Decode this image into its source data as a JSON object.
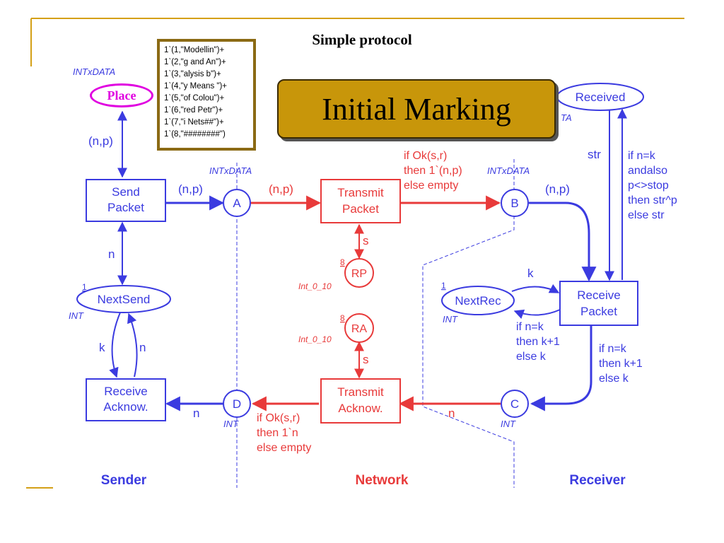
{
  "slide": {
    "title": "Simple protocol",
    "callout": "Initial Marking",
    "place_label": "Place",
    "initial_marking": [
      "1`(1,\"Modellin\")+",
      "1`(2,\"g and An\")+",
      "1`(3,\"alysis b\")+",
      "1`(4,\"y Means \")+",
      "1`(5,\"of Colou\")+",
      "1`(6,\"red Petr\")+",
      "1`(7,\"i Nets##\")+",
      "1`(8,\"########\")"
    ]
  },
  "colors": {
    "sender": "#3b3be0",
    "network": "#e83a3a",
    "gold": "#c8960a",
    "magenta": "#e000e0",
    "accent_line": "#d4a017"
  },
  "diagram": {
    "transitions": {
      "send_packet": [
        "Send",
        "Packet"
      ],
      "transmit_packet": [
        "Transmit",
        "Packet"
      ],
      "receive_packet": [
        "Receive",
        "Packet"
      ],
      "receive_acknow": [
        "Receive",
        "Acknow."
      ],
      "transmit_acknow": [
        "Transmit",
        "Acknow."
      ]
    },
    "places": {
      "a": "A",
      "b": "B",
      "c": "C",
      "d": "D",
      "rp": "RP",
      "ra": "RA",
      "next_send": "NextSend",
      "next_rec": "NextRec",
      "received": "Received"
    },
    "types": {
      "intxdata": "INTxDATA",
      "int": "INT",
      "int_0_10": "Int_0_10",
      "received_partial": "TA"
    },
    "markings": {
      "eight": "8",
      "one": "1"
    },
    "inscriptions": {
      "np": "(n,p)",
      "n": "n",
      "k": "k",
      "s": "s",
      "str": "str",
      "ok_packet": [
        "if Ok(s,r)",
        "then 1`(n,p)",
        "else empty"
      ],
      "ok_ack": [
        "if Ok(s,r)",
        "then 1`n",
        "else empty"
      ],
      "str_update": [
        "if n=k",
        "andalso",
        "p<>stop",
        "then str^p",
        "else str"
      ],
      "k_update": [
        "if n=k",
        "then k+1",
        "else k"
      ]
    },
    "sections": {
      "sender": "Sender",
      "network": "Network",
      "receiver": "Receiver"
    }
  }
}
